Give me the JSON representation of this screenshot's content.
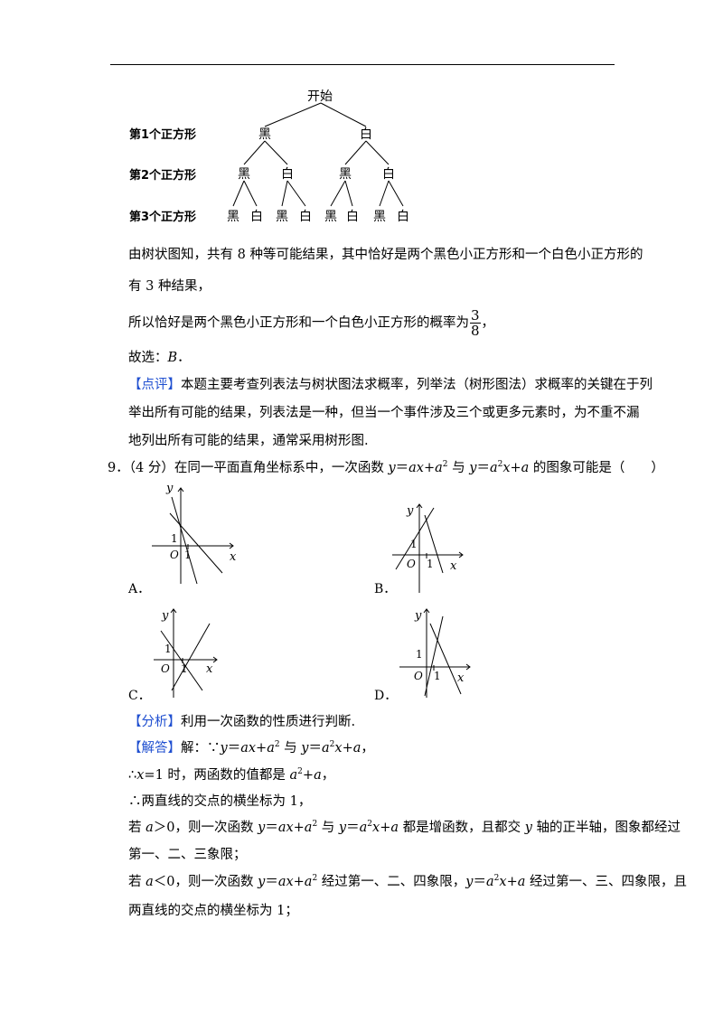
{
  "tree": {
    "root": "开始",
    "level_labels": [
      "第1个正方形",
      "第2个正方形",
      "第3个正方形"
    ],
    "level1": [
      "黑",
      "白"
    ],
    "level2": [
      "黑",
      "白",
      "黑",
      "白"
    ],
    "level3": [
      "黑",
      "白",
      "黑",
      "白",
      "黑",
      "白",
      "黑",
      "白"
    ]
  },
  "text": {
    "p1_line1": "由树状图知，共有 8 种等可能结果，其中恰好是两个黑色小正方形和一个白色小正方形的",
    "p1_line2": "有 3 种结果，",
    "p2_before": "所以恰好是两个黑色小正方形和一个白色小正方形的概率为",
    "p2_num": "3",
    "p2_den": "8",
    "p2_after": "，",
    "p3_prefix": "故选：",
    "p3_answer": "B",
    "p3_suffix": "．",
    "review_tag": "【点评】",
    "review_line1": "本题主要考查列表法与树状图法求概率，列举法（树形图法）求概率的关键在于列",
    "review_line2": "举出所有可能的结果，列表法是一种，但当一个事件涉及三个或更多元素时，为不重不漏",
    "review_line3": "地列出所有可能的结果，通常采用树形图."
  },
  "question": {
    "number": "9．",
    "score": "（4 分）",
    "stem_a": "在同一平面直角坐标系中，一次函数 ",
    "stem_b": " 与 ",
    "stem_c": " 的图象可能是（　　）"
  },
  "options": [
    "A．",
    "B．",
    "C．",
    "D．"
  ],
  "graph_labels": {
    "x": "x",
    "y": "y",
    "o": "O",
    "one": "1"
  },
  "analysis": {
    "tag": "【分析】",
    "text": "利用一次函数的性质进行判断."
  },
  "answer": {
    "tag": "【解答】",
    "lead": "解：∵",
    "and": " 与 ",
    "comma": "，",
    "l2_pre": "∴",
    "l2_mid": "=1 时，两函数的值都是 ",
    "l3": "∴两直线的交点的横坐标为 1，",
    "l4_a": "若 ",
    "l4_b": "＞0，则一次函数 ",
    "l4_c": " 与 ",
    "l4_d": " 都是增函数，且都交 ",
    "l4_e": " 轴的正半轴，图象都经过",
    "l5": "第一、二、三象限；",
    "l6_a": "若 ",
    "l6_b": "＜0，则一次函数 ",
    "l6_c": " 经过第一、二、四象限，",
    "l6_d": " 经过第一、三、四象限，且",
    "l7": "两直线的交点的横坐标为 1；"
  }
}
